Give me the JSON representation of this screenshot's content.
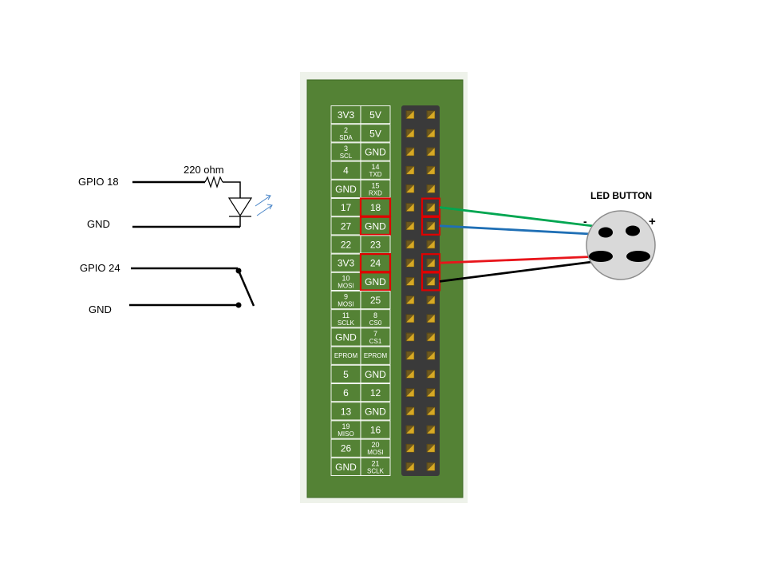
{
  "schematic": {
    "gpio18_label": "GPIO 18",
    "gnd1_label": "GND",
    "gpio24_label": "GPIO 24",
    "gnd2_label": "GND",
    "resistor_label": "220 ohm"
  },
  "button": {
    "title": "LED BUTTON",
    "minus": "-",
    "plus": "+"
  },
  "header_pins": [
    {
      "left": {
        "main": "3V3"
      },
      "right": {
        "main": "5V"
      }
    },
    {
      "left": {
        "num": "2",
        "sub": "SDA"
      },
      "right": {
        "main": "5V"
      }
    },
    {
      "left": {
        "num": "3",
        "sub": "SCL"
      },
      "right": {
        "main": "GND"
      }
    },
    {
      "left": {
        "main": "4"
      },
      "right": {
        "num": "14",
        "sub": "TXD"
      }
    },
    {
      "left": {
        "main": "GND"
      },
      "right": {
        "num": "15",
        "sub": "RXD"
      }
    },
    {
      "left": {
        "main": "17"
      },
      "right": {
        "main": "18"
      }
    },
    {
      "left": {
        "main": "27"
      },
      "right": {
        "main": "GND"
      }
    },
    {
      "left": {
        "main": "22"
      },
      "right": {
        "main": "23"
      }
    },
    {
      "left": {
        "main": "3V3"
      },
      "right": {
        "main": "24"
      }
    },
    {
      "left": {
        "num": "10",
        "sub": "MOSI"
      },
      "right": {
        "main": "GND"
      }
    },
    {
      "left": {
        "num": "9",
        "sub": "MOSI"
      },
      "right": {
        "main": "25"
      }
    },
    {
      "left": {
        "num": "11",
        "sub": "SCLK"
      },
      "right": {
        "num": "8",
        "sub": "CS0"
      }
    },
    {
      "left": {
        "main": "GND"
      },
      "right": {
        "num": "7",
        "sub": "CS1"
      }
    },
    {
      "left": {
        "small": "EPROM"
      },
      "right": {
        "small": "EPROM"
      }
    },
    {
      "left": {
        "main": "5"
      },
      "right": {
        "main": "GND"
      }
    },
    {
      "left": {
        "main": "6"
      },
      "right": {
        "main": "12"
      }
    },
    {
      "left": {
        "main": "13"
      },
      "right": {
        "main": "GND"
      }
    },
    {
      "left": {
        "num": "19",
        "sub": "MISO"
      },
      "right": {
        "main": "16"
      }
    },
    {
      "left": {
        "main": "26"
      },
      "right": {
        "num": "20",
        "sub": "MOSI"
      }
    },
    {
      "left": {
        "main": "GND"
      },
      "right": {
        "num": "21",
        "sub": "SCLK"
      }
    }
  ],
  "highlighted_rows": [
    5,
    6,
    8,
    9
  ],
  "wires": [
    {
      "from_row": 5,
      "to": "button-plus",
      "color": "#00a651"
    },
    {
      "from_row": 6,
      "to": "button-minus",
      "color": "#1f6fb5"
    },
    {
      "from_row": 8,
      "to": "button-lower-left",
      "color": "#e8151b"
    },
    {
      "from_row": 9,
      "to": "button-lower-right",
      "color": "#000000"
    }
  ],
  "colors": {
    "board": "#548235",
    "board_edge": "#3f6b26",
    "highlight": "#e00000",
    "pin_gold": "#d7a924",
    "led_arrow": "#4a86c8"
  }
}
